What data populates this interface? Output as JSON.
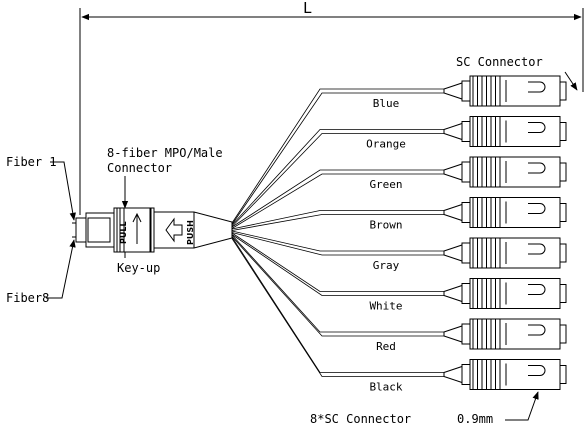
{
  "dimension_label": "L",
  "labels": {
    "sc_connector": "SC Connector",
    "mpo_line1": "8-fiber MPO/Male",
    "mpo_line2": "Connector",
    "key_up": "Key-up",
    "fiber1": "Fiber 1",
    "fiber8": "Fiber8",
    "sc_count": "8*SC Connector",
    "fiber_diameter": "0.9mm",
    "pull": "PULL",
    "push": "PUSH"
  },
  "fibers": [
    {
      "color_name": "Blue"
    },
    {
      "color_name": "Orange"
    },
    {
      "color_name": "Green"
    },
    {
      "color_name": "Brown"
    },
    {
      "color_name": "Gray"
    },
    {
      "color_name": "White"
    },
    {
      "color_name": "Red"
    },
    {
      "color_name": "Black"
    }
  ]
}
